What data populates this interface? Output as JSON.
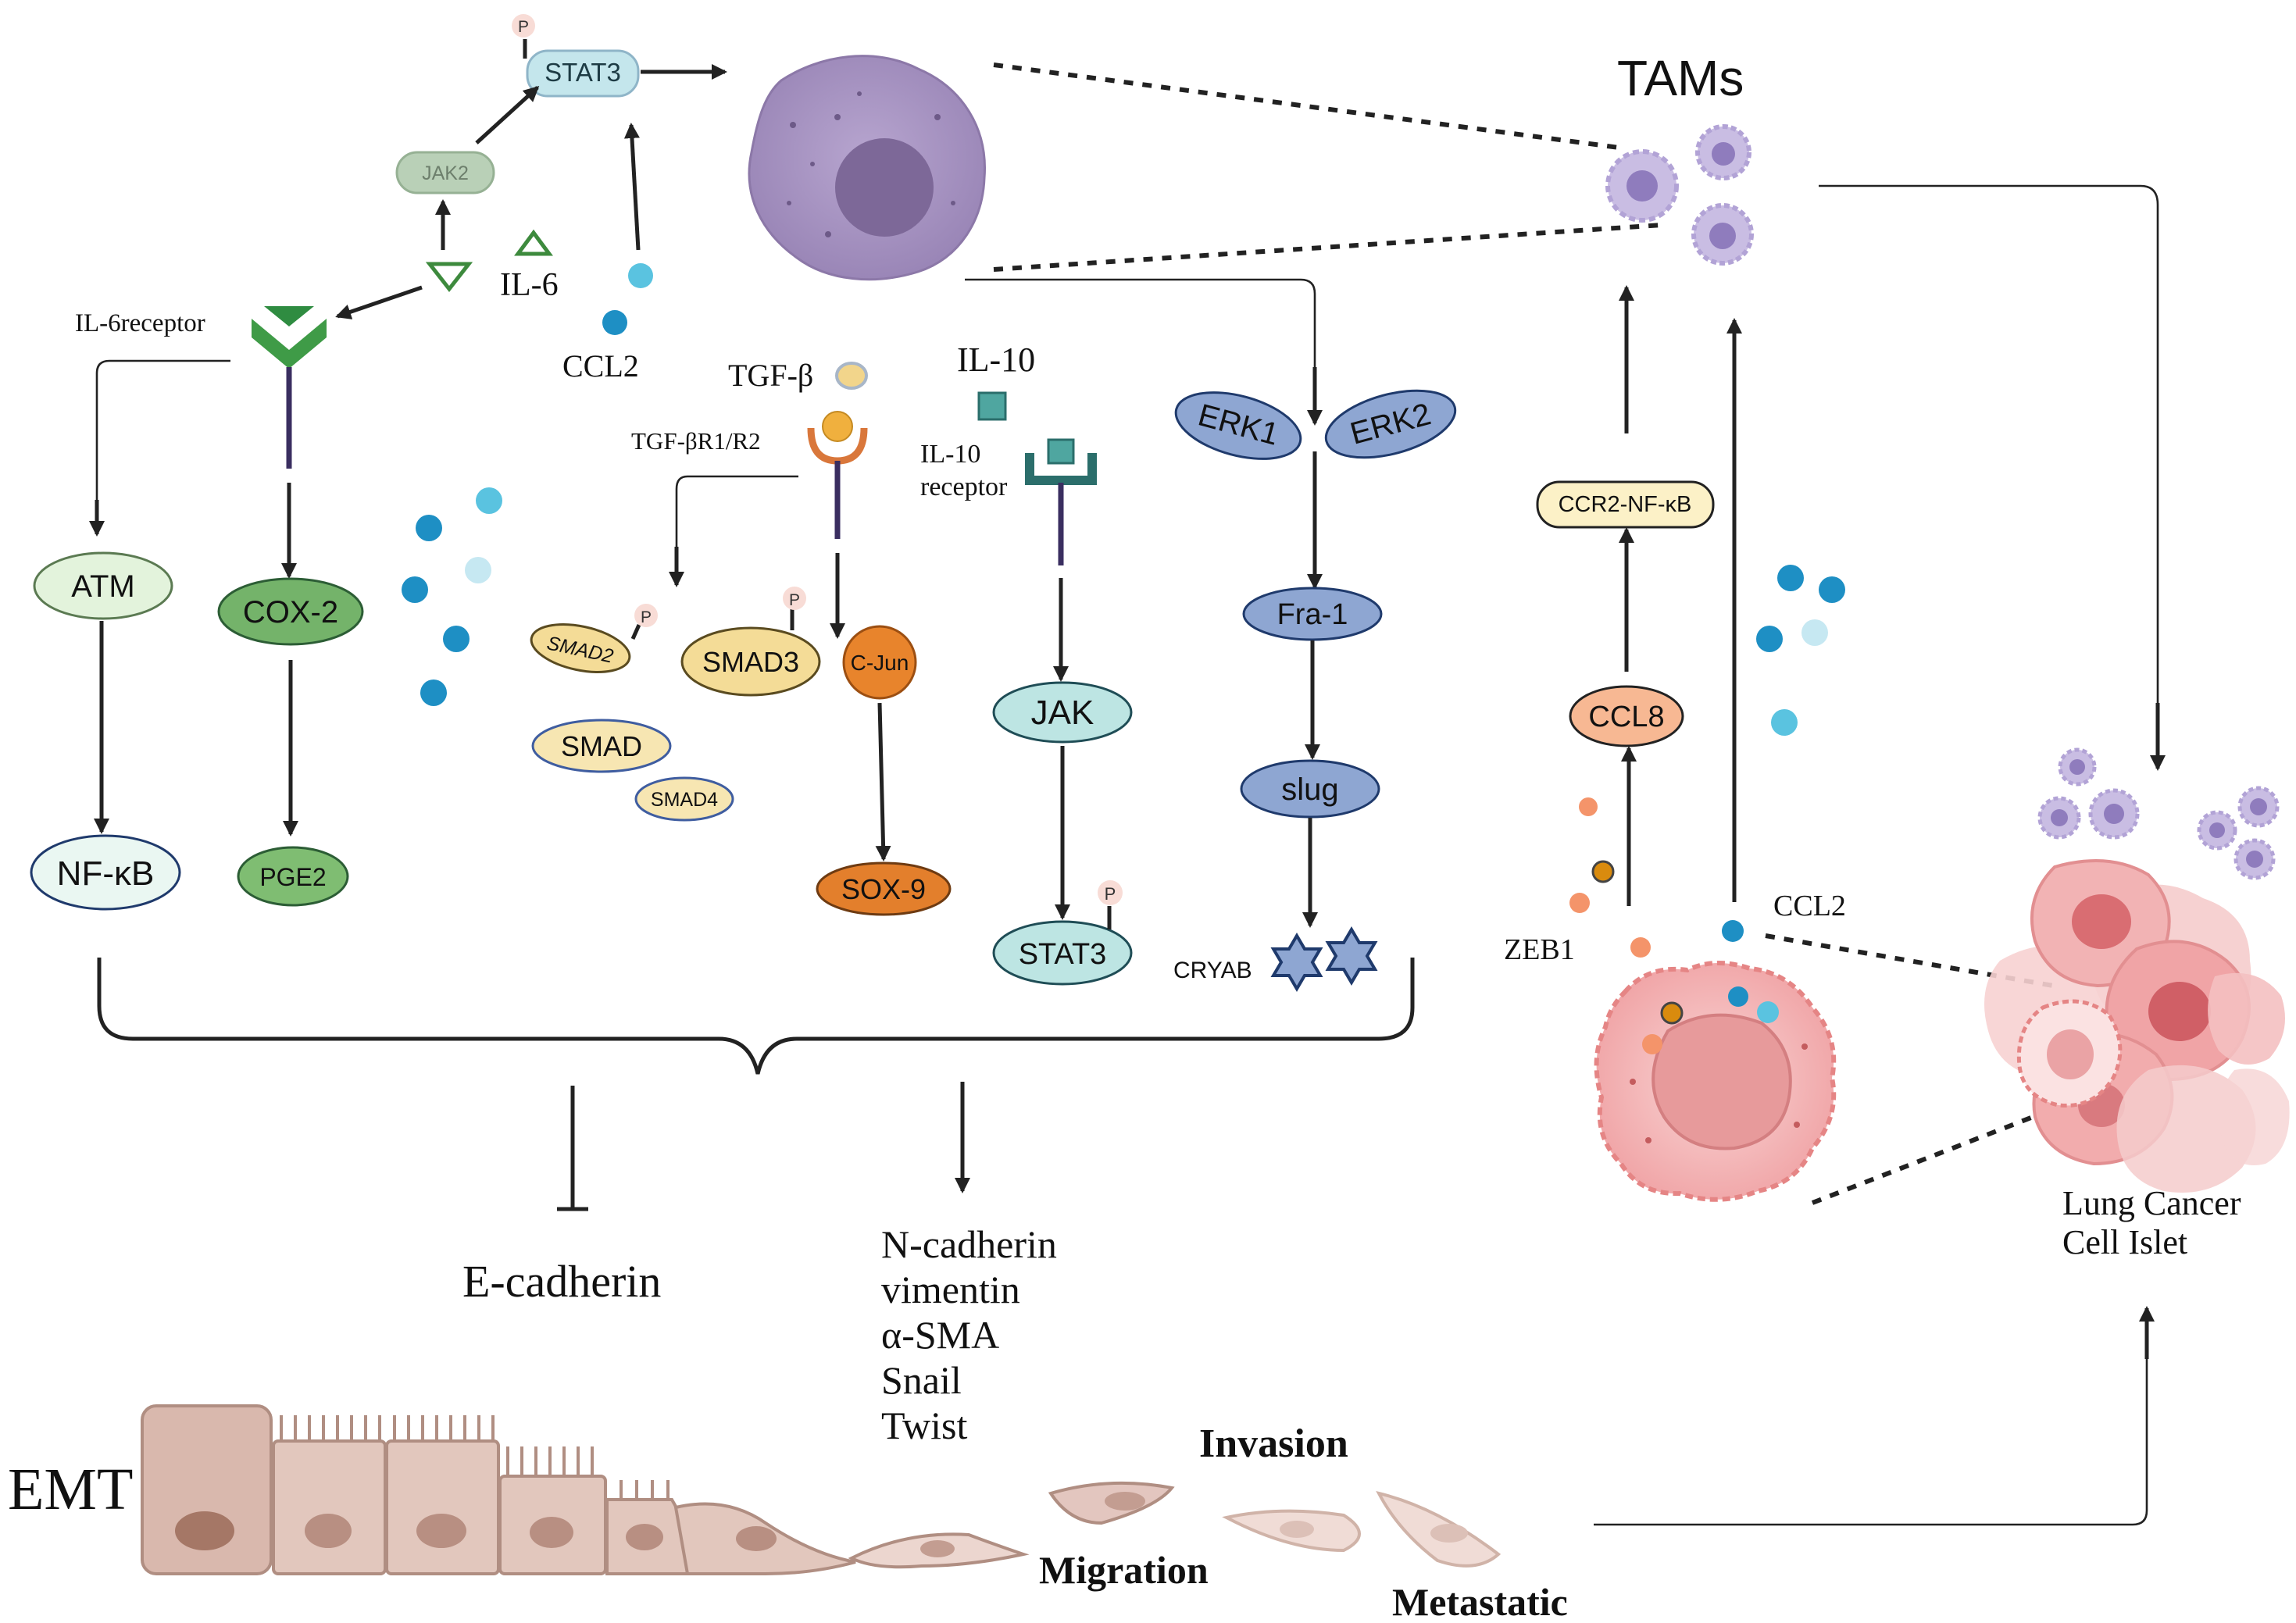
{
  "labels": {
    "stat3_top": "STAT3",
    "jak2": "JAK2",
    "il6": "IL-6",
    "il6_receptor": "IL-6receptor",
    "ccl2_top": "CCL2",
    "tgf_beta": "TGF-β",
    "tgf_receptor": "TGF-βR1/R2",
    "il10": "IL-10",
    "il10_receptor_line1": "IL-10",
    "il10_receptor_line2": "receptor",
    "tams": "TAMs",
    "erk1": "ERK1",
    "erk2": "ERK2",
    "fra1": "Fra-1",
    "slug": "slug",
    "cryab": "CRYAB",
    "atm": "ATM",
    "cox2": "COX-2",
    "nfkb": "NF-κB",
    "pge2": "PGE2",
    "smad2": "SMAD2",
    "smad3": "SMAD3",
    "smad": "SMAD",
    "smad4": "SMAD4",
    "cjun": "C-Jun",
    "sox9": "SOX-9",
    "jak": "JAK",
    "stat3_bottom": "STAT3",
    "ccr2_nfkb": "CCR2-NF-κB",
    "ccl8": "CCL8",
    "zeb1": "ZEB1",
    "ccl2_right": "CCL2",
    "lung_cancer_line1": "Lung Cancer",
    "lung_cancer_line2": "Cell Islet",
    "e_cadherin": "E-cadherin",
    "mesenchymal_markers": [
      "N-cadherin",
      "vimentin",
      "α-SMA",
      "Snail",
      "Twist"
    ],
    "emt": "EMT",
    "invasion": "Invasion",
    "migration": "Migration",
    "metastatic": "Metastatic",
    "phospho": "P"
  },
  "colors": {
    "stat3_fill": "#bfe3ea",
    "jak2_fill": "#b7cfb5",
    "green_receptor": "#3f9b47",
    "atm_fill": "#e3f3dc",
    "cox2_fill": "#74b36a",
    "pge2_fill": "#7fbd72",
    "nfkb_fill": "#eaf7f2",
    "smad_fill": "#f4dc97",
    "cjun_fill": "#e8842c",
    "sox9_fill": "#e37f2c",
    "jak_fill": "#bde5e3",
    "blue_oval_fill": "#8ea6d2",
    "ccr2_fill": "#fcf1c7",
    "ccl8_fill": "#f7b893",
    "macrophage": "#a38fbd",
    "cancer_cell": "#f2a7a7",
    "emt_cell": "#d9b8ad"
  }
}
